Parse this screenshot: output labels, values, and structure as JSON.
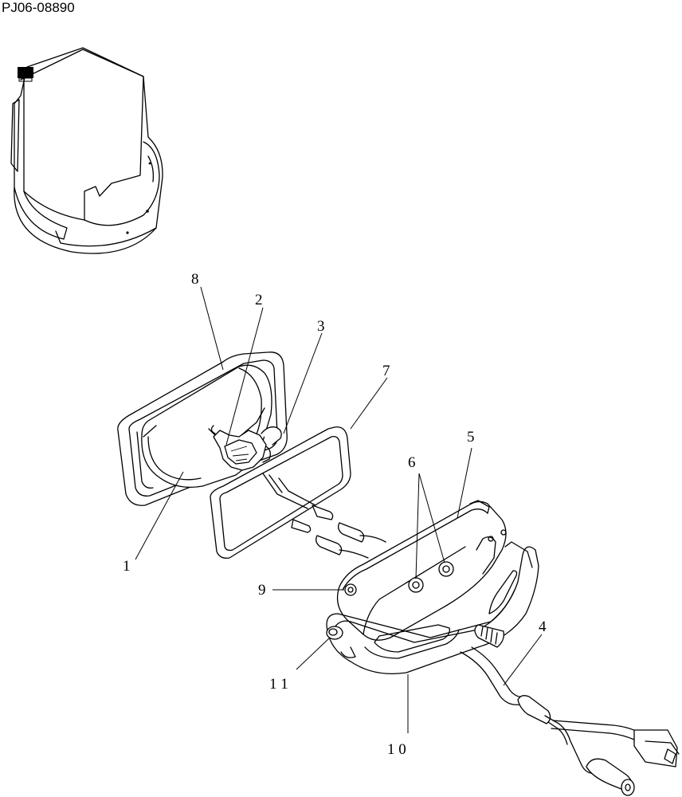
{
  "drawing_code": "PJ06-08890",
  "callouts": [
    {
      "id": "c1",
      "text": "1"
    },
    {
      "id": "c2",
      "text": "2"
    },
    {
      "id": "c3",
      "text": "3"
    },
    {
      "id": "c4",
      "text": "4"
    },
    {
      "id": "c5",
      "text": "5"
    },
    {
      "id": "c6",
      "text": "6"
    },
    {
      "id": "c7",
      "text": "7"
    },
    {
      "id": "c8",
      "text": "8"
    },
    {
      "id": "c9",
      "text": "9"
    },
    {
      "id": "c10",
      "text": "1 0"
    },
    {
      "id": "c11",
      "text": "1 1"
    }
  ]
}
